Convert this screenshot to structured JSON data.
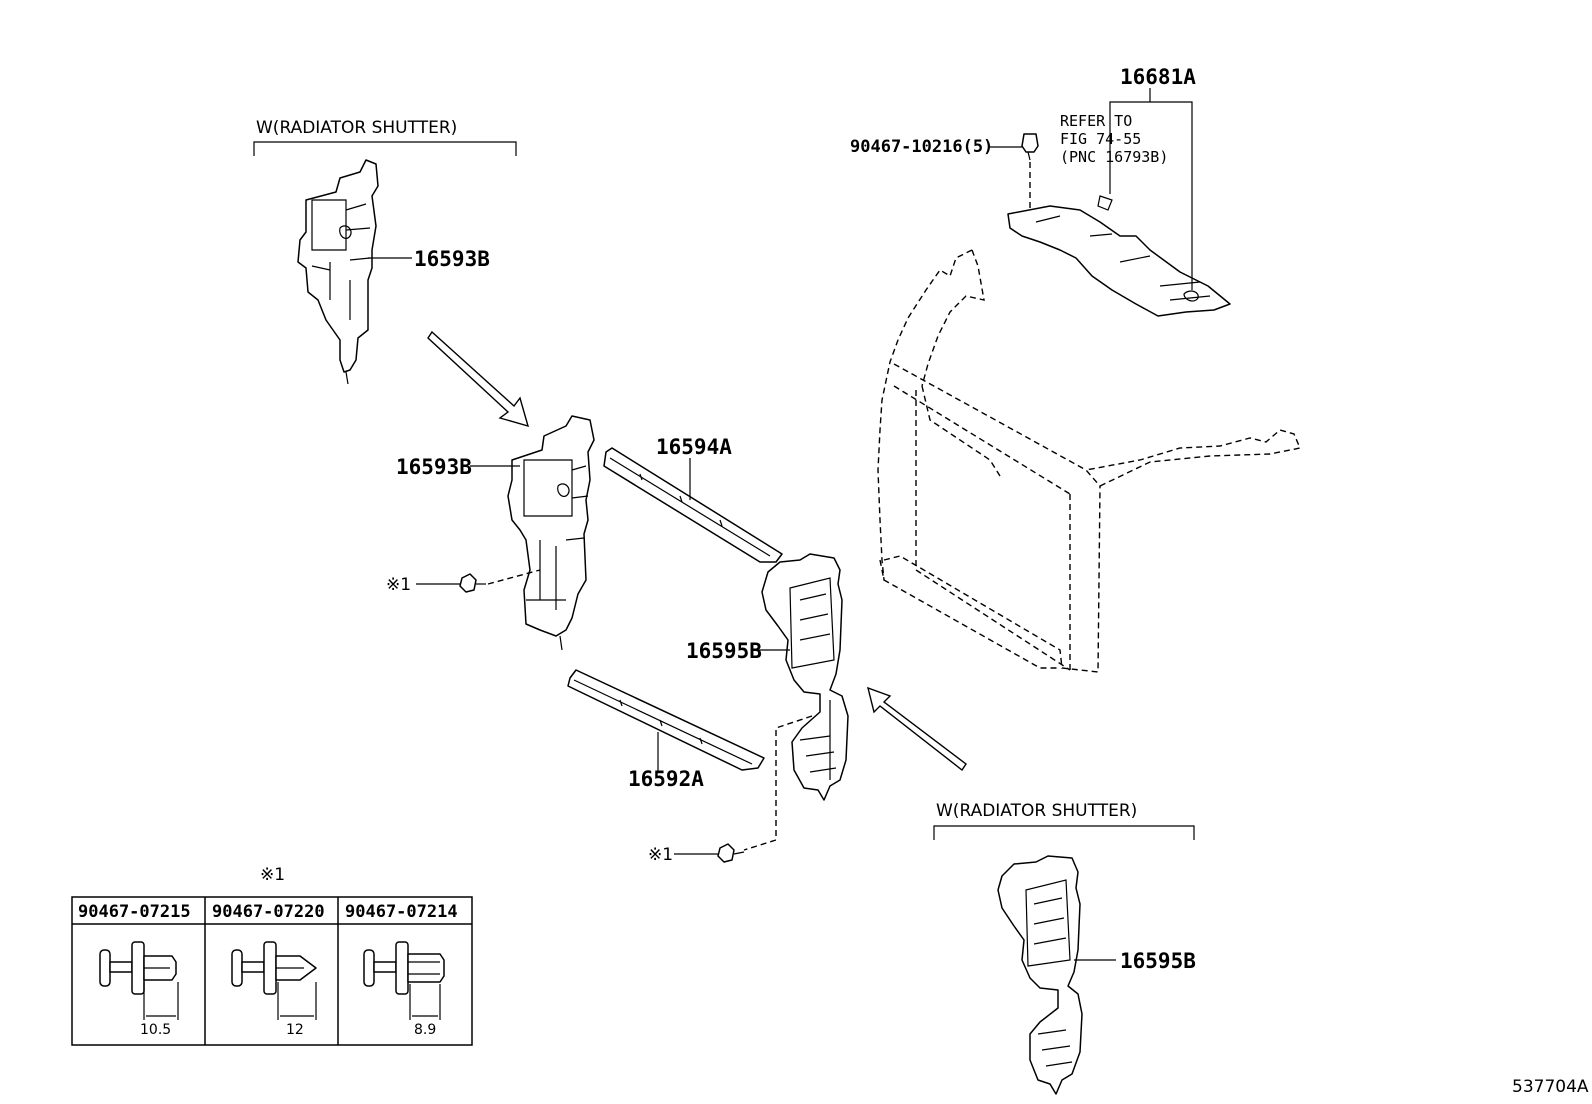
{
  "diagram_id": "537704A",
  "variant_notes": {
    "top_left": "W(RADIATOR SHUTTER)",
    "bottom_right": "W(RADIATOR SHUTTER)"
  },
  "callouts": {
    "p16593b_upper": "16593B",
    "p16593b_main": "16593B",
    "p16594a": "16594A",
    "p16595b_main": "16595B",
    "p16592a": "16592A",
    "p16595b_lower": "16595B",
    "p16681a": "16681A",
    "clip_ref": "90467-10216(5)",
    "marker_1a": "※1",
    "marker_1b": "※1"
  },
  "reference_note": {
    "line1": "REFER TO",
    "line2": "FIG 74-55",
    "line3": "(PNC 16793B)"
  },
  "clip_table": {
    "title": "※1",
    "columns": [
      {
        "part": "90467-07215",
        "dimension": "10.5"
      },
      {
        "part": "90467-07220",
        "dimension": "12"
      },
      {
        "part": "90467-07214",
        "dimension": "8.9"
      }
    ]
  }
}
